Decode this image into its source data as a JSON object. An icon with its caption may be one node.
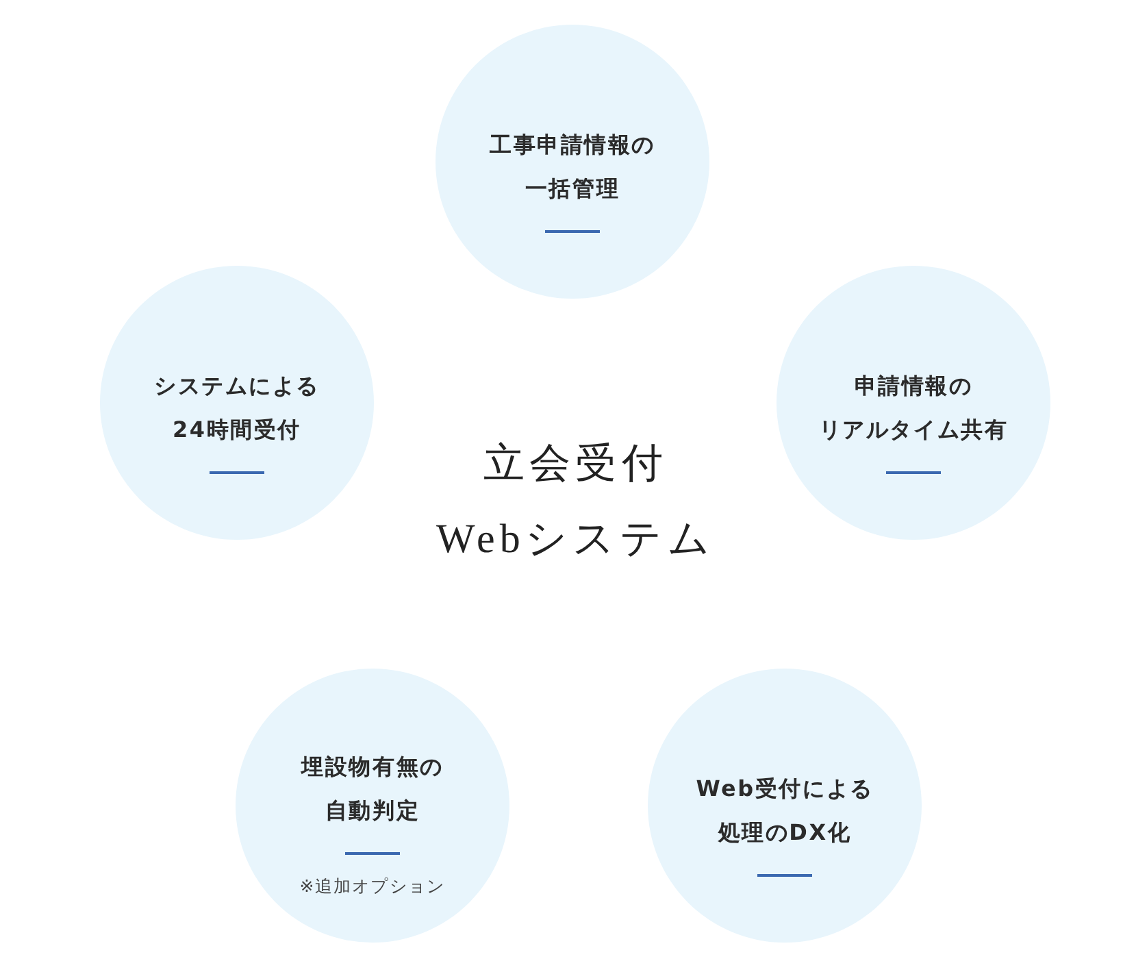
{
  "diagram": {
    "title": "立会受付Webシステム",
    "nodes": [
      {
        "text": [
          "工事申請情報の一括管理"
        ]
      },
      {
        "text": [
          "システムによる24時間受付"
        ]
      },
      {
        "text": [
          "申請情報のリアルタイム共有"
        ]
      },
      {
        "text": [
          "埋設物有無の自動判定",
          "※追加オプション"
        ]
      },
      {
        "text": [
          "Web受付による処理のDX化"
        ]
      }
    ]
  }
}
